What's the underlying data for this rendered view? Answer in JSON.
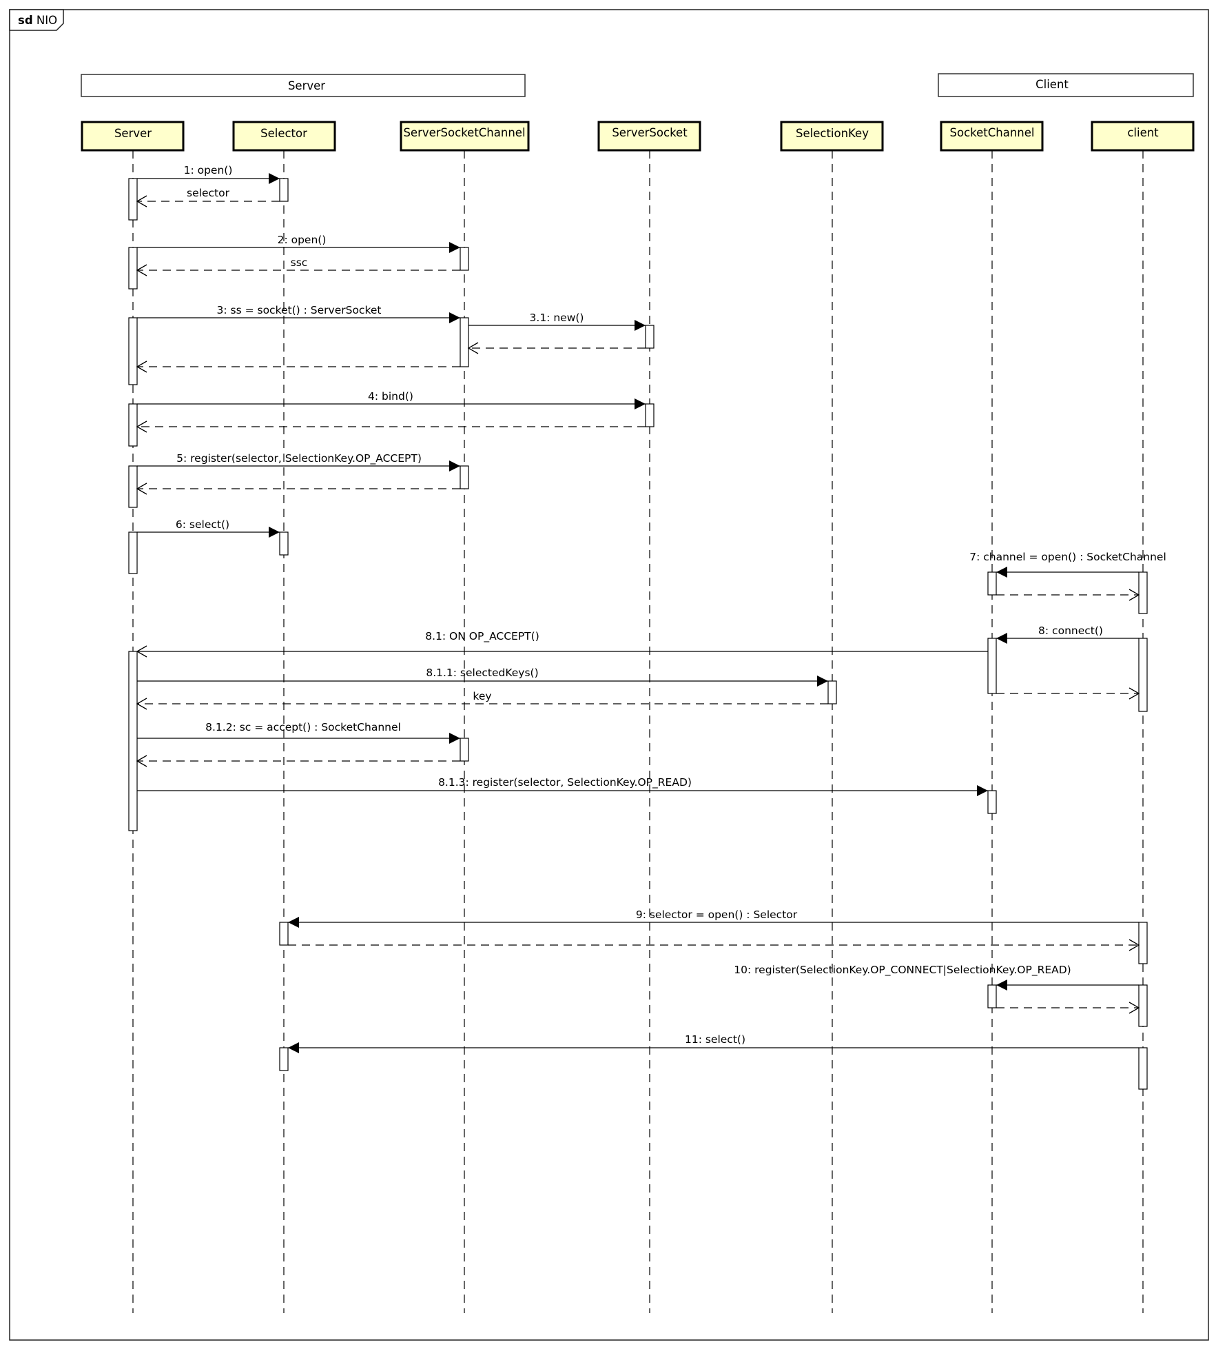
{
  "frame": {
    "keyword": "sd",
    "name": "NIO"
  },
  "partitions": [
    {
      "label": "Server"
    },
    {
      "label": "Client"
    }
  ],
  "lifelines": [
    {
      "id": "server",
      "label": "Server"
    },
    {
      "id": "selector",
      "label": "Selector"
    },
    {
      "id": "ssc",
      "label": "ServerSocketChannel"
    },
    {
      "id": "ss",
      "label": "ServerSocket"
    },
    {
      "id": "sk",
      "label": "SelectionKey"
    },
    {
      "id": "sc",
      "label": "SocketChannel"
    },
    {
      "id": "client",
      "label": "client"
    }
  ],
  "messages": [
    {
      "label": "1: open()",
      "from": "server",
      "to": "selector",
      "kind": "call"
    },
    {
      "label": "selector",
      "from": "selector",
      "to": "server",
      "kind": "return"
    },
    {
      "label": "2: open()",
      "from": "server",
      "to": "ssc",
      "kind": "call"
    },
    {
      "label": "ssc",
      "from": "ssc",
      "to": "server",
      "kind": "return"
    },
    {
      "label": "3: ss = socket() : ServerSocket",
      "from": "server",
      "to": "ssc",
      "kind": "call"
    },
    {
      "label": "3.1: new()",
      "from": "ssc",
      "to": "ss",
      "kind": "call"
    },
    {
      "label": "",
      "from": "ss",
      "to": "ssc",
      "kind": "return"
    },
    {
      "label": "",
      "from": "ssc",
      "to": "server",
      "kind": "return"
    },
    {
      "label": "4: bind()",
      "from": "server",
      "to": "ss",
      "kind": "call"
    },
    {
      "label": "",
      "from": "ss",
      "to": "server",
      "kind": "return"
    },
    {
      "label": "5: register(selector, SelectionKey.OP_ACCEPT)",
      "from": "server",
      "to": "ssc",
      "kind": "call"
    },
    {
      "label": "",
      "from": "ssc",
      "to": "server",
      "kind": "return"
    },
    {
      "label": "6: select()",
      "from": "server",
      "to": "selector",
      "kind": "call"
    },
    {
      "label": "7: channel = open() : SocketChannel",
      "from": "client",
      "to": "sc",
      "kind": "call"
    },
    {
      "label": "",
      "from": "sc",
      "to": "client",
      "kind": "return"
    },
    {
      "label": "8: connect()",
      "from": "client",
      "to": "sc",
      "kind": "call"
    },
    {
      "label": "8.1: ON OP_ACCEPT()",
      "from": "sc",
      "to": "server",
      "kind": "async"
    },
    {
      "label": "",
      "from": "sc",
      "to": "client",
      "kind": "return"
    },
    {
      "label": "8.1.1: selectedKeys()",
      "from": "server",
      "to": "sk",
      "kind": "call"
    },
    {
      "label": "key",
      "from": "sk",
      "to": "server",
      "kind": "return"
    },
    {
      "label": "8.1.2: sc = accept() : SocketChannel",
      "from": "server",
      "to": "ssc",
      "kind": "call"
    },
    {
      "label": "",
      "from": "ssc",
      "to": "server",
      "kind": "return"
    },
    {
      "label": "8.1.3: register(selector, SelectionKey.OP_READ)",
      "from": "server",
      "to": "sc",
      "kind": "call"
    },
    {
      "label": "9: selector = open() : Selector",
      "from": "client",
      "to": "selector",
      "kind": "call"
    },
    {
      "label": "",
      "from": "selector",
      "to": "client",
      "kind": "return"
    },
    {
      "label": "10: register(SelectionKey.OP_CONNECT|SelectionKey.OP_READ)",
      "from": "client",
      "to": "sc",
      "kind": "call"
    },
    {
      "label": "",
      "from": "sc",
      "to": "client",
      "kind": "return"
    },
    {
      "label": "11: select()",
      "from": "client",
      "to": "selector",
      "kind": "call"
    }
  ]
}
